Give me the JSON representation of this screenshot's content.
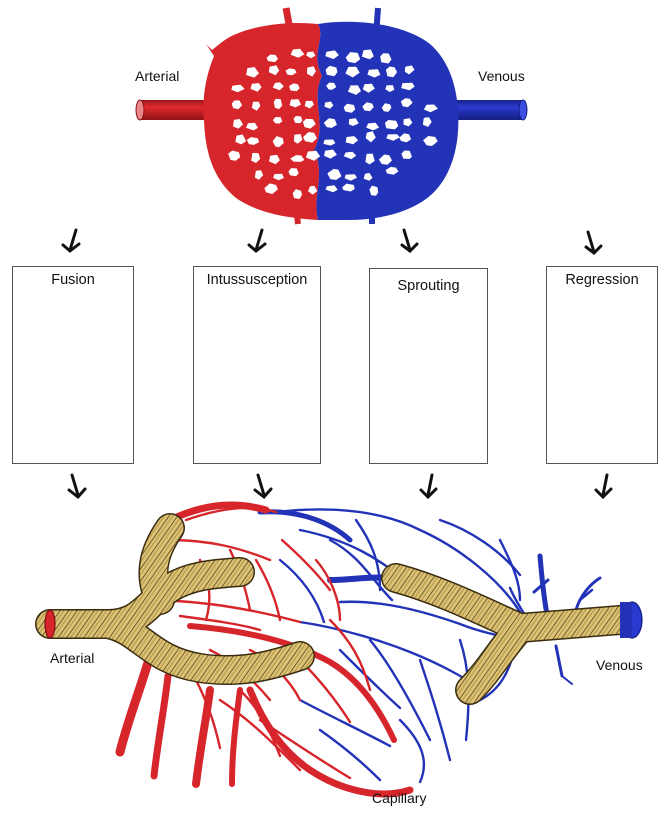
{
  "top": {
    "arterial_label": "Arterial",
    "venous_label": "Venous"
  },
  "processes": [
    {
      "title": "Fusion"
    },
    {
      "title": "Intussusception"
    },
    {
      "title": "Sprouting"
    },
    {
      "title": "Regression"
    }
  ],
  "bottom": {
    "arterial_label": "Arterial",
    "venous_label": "Venous",
    "capillary_label": "Capillary"
  },
  "colors": {
    "artery": "#d7262b",
    "vein": "#2233b8",
    "remodeled_vessel": "#d8bf6e",
    "remodeled_stripe": "#5a4518",
    "arrow": "#111111",
    "box_border": "#555555"
  }
}
